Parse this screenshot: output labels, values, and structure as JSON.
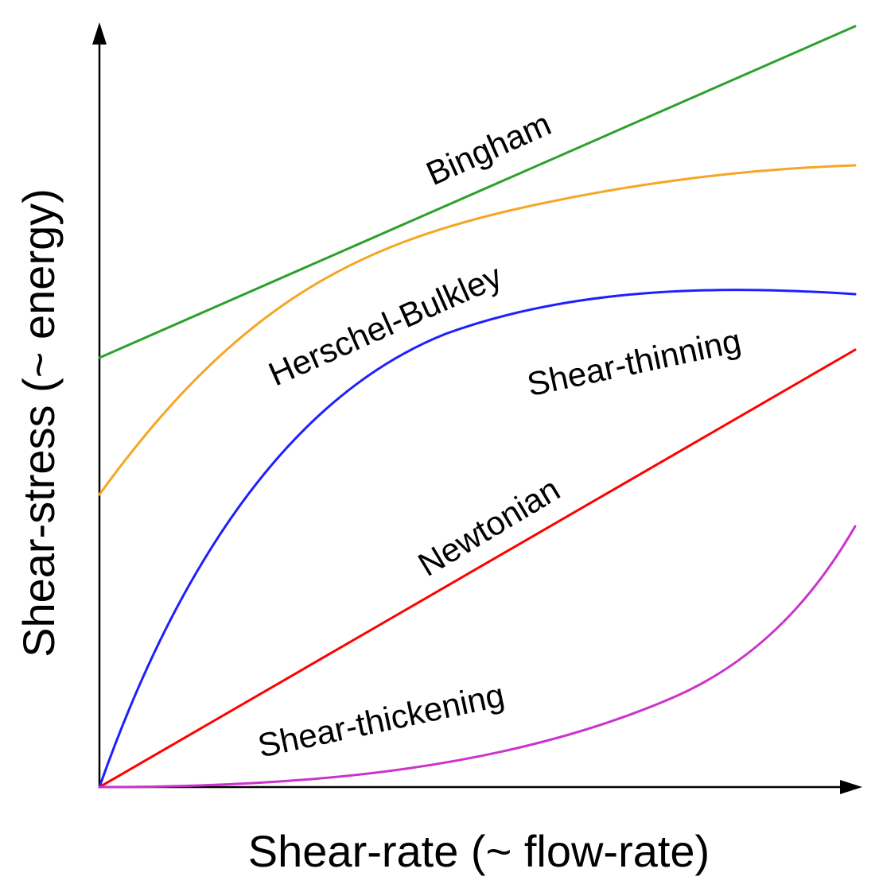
{
  "axes": {
    "x_title": "Shear-rate (~ flow-rate)",
    "y_title": "Shear-stress (~ energy)"
  },
  "curves": [
    {
      "id": "bingham",
      "label": "Bingham",
      "color": "#2ca02c",
      "model": "linear-with-yield"
    },
    {
      "id": "herschel-bulkley",
      "label": "Herschel-Bulkley",
      "color": "#f5a623",
      "model": "yield-shear-thinning"
    },
    {
      "id": "shear-thinning",
      "label": "Shear-thinning",
      "color": "#1f1fff",
      "model": "concave"
    },
    {
      "id": "newtonian",
      "label": "Newtonian",
      "color": "#ff0000",
      "model": "linear"
    },
    {
      "id": "shear-thickening",
      "label": "Shear-thickening",
      "color": "#cc33cc",
      "model": "convex"
    }
  ]
}
